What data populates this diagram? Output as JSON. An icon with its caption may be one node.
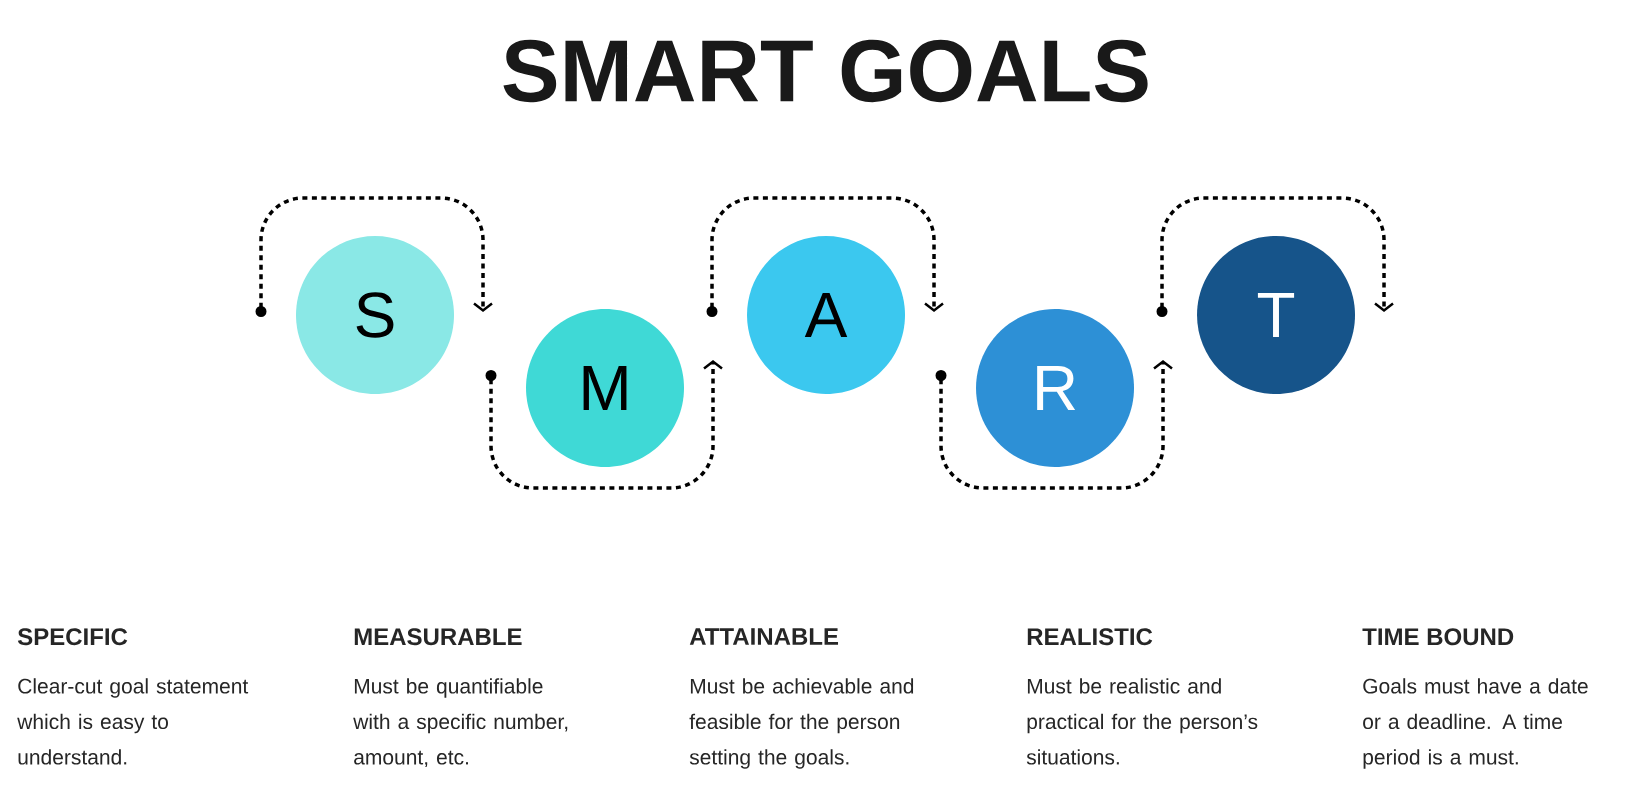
{
  "diagram": {
    "title": "SMART GOALS",
    "nodes": [
      {
        "text": [
          "S"
        ]
      },
      {
        "text": [
          "M"
        ]
      },
      {
        "text": [
          "A"
        ]
      },
      {
        "text": [
          "R"
        ]
      },
      {
        "text": [
          "T"
        ]
      }
    ],
    "labels": [
      "SPECIFIC",
      "Clear-cut goal statement which is easy to understand.",
      "MEASURABLE",
      "Must be quantifiable with a specific number, amount, etc.",
      "ATTAINABLE",
      "Must be achievable and feasible for the person setting the goals.",
      "REALISTIC",
      "Must be realistic and practical for the person’s situations.",
      "TIME BOUND",
      "Goals must have a date or a deadline. A time period is a must."
    ]
  }
}
